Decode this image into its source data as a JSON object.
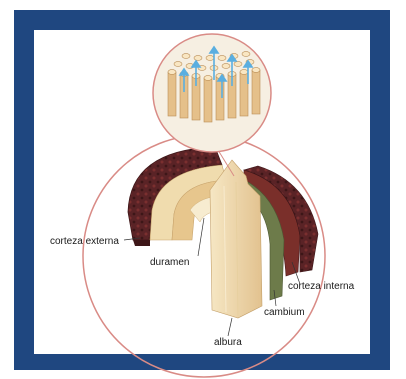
{
  "diagram": {
    "labels": {
      "outer_bark": "corteza externa",
      "heartwood": "duramen",
      "inner_bark": "corteza interna",
      "cambium": "cambium",
      "sapwood": "albura"
    },
    "colors": {
      "frame": "#1f4780",
      "circle_outline": "#d98b86",
      "outer_bark": "#5a2326",
      "inner_bark": "#7a2f2a",
      "cambium": "#6d7b4a",
      "sapwood": "#f1ddb0",
      "heartwood": "#e7c68d",
      "arrow": "#5aaee0"
    }
  }
}
